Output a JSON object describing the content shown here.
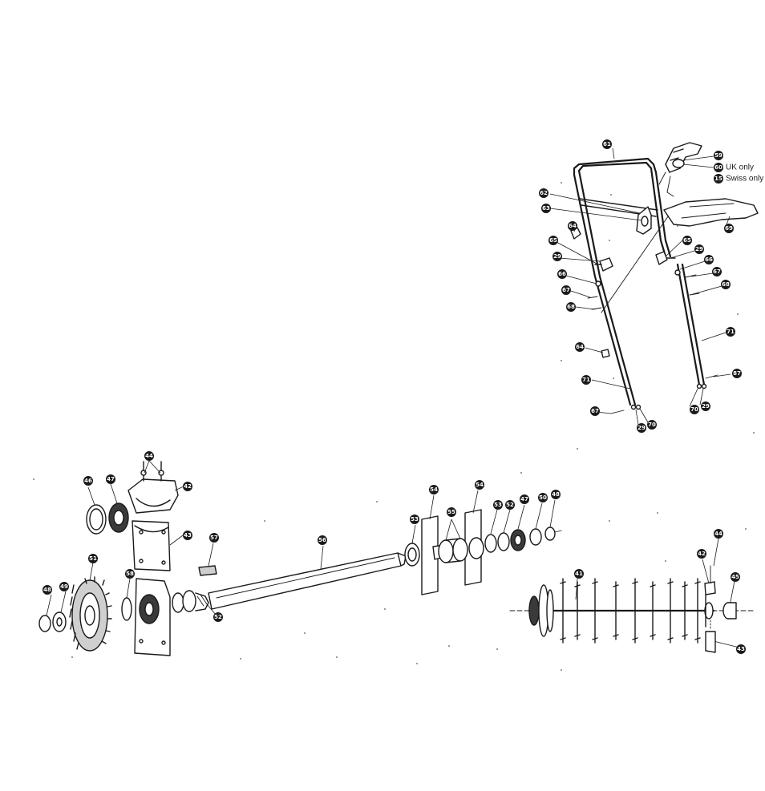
{
  "handle_notes": [
    {
      "ref": "59",
      "text": ""
    },
    {
      "ref": "60",
      "text": "UK only"
    },
    {
      "ref": "15",
      "text": "Swiss only"
    }
  ],
  "callouts": {
    "handle": [
      "61",
      "62",
      "63",
      "64",
      "65",
      "29",
      "66",
      "67",
      "68",
      "64",
      "71",
      "67",
      "29",
      "70",
      "65",
      "29",
      "66",
      "67",
      "68",
      "71",
      "87",
      "70",
      "29",
      "69",
      "59"
    ],
    "drive": [
      "44",
      "46",
      "47",
      "42",
      "43",
      "57",
      "51",
      "48",
      "49",
      "58",
      "56",
      "52",
      "54",
      "54",
      "53",
      "55",
      "53",
      "52",
      "47",
      "50",
      "48",
      "41",
      "42",
      "44",
      "45",
      "43"
    ]
  }
}
